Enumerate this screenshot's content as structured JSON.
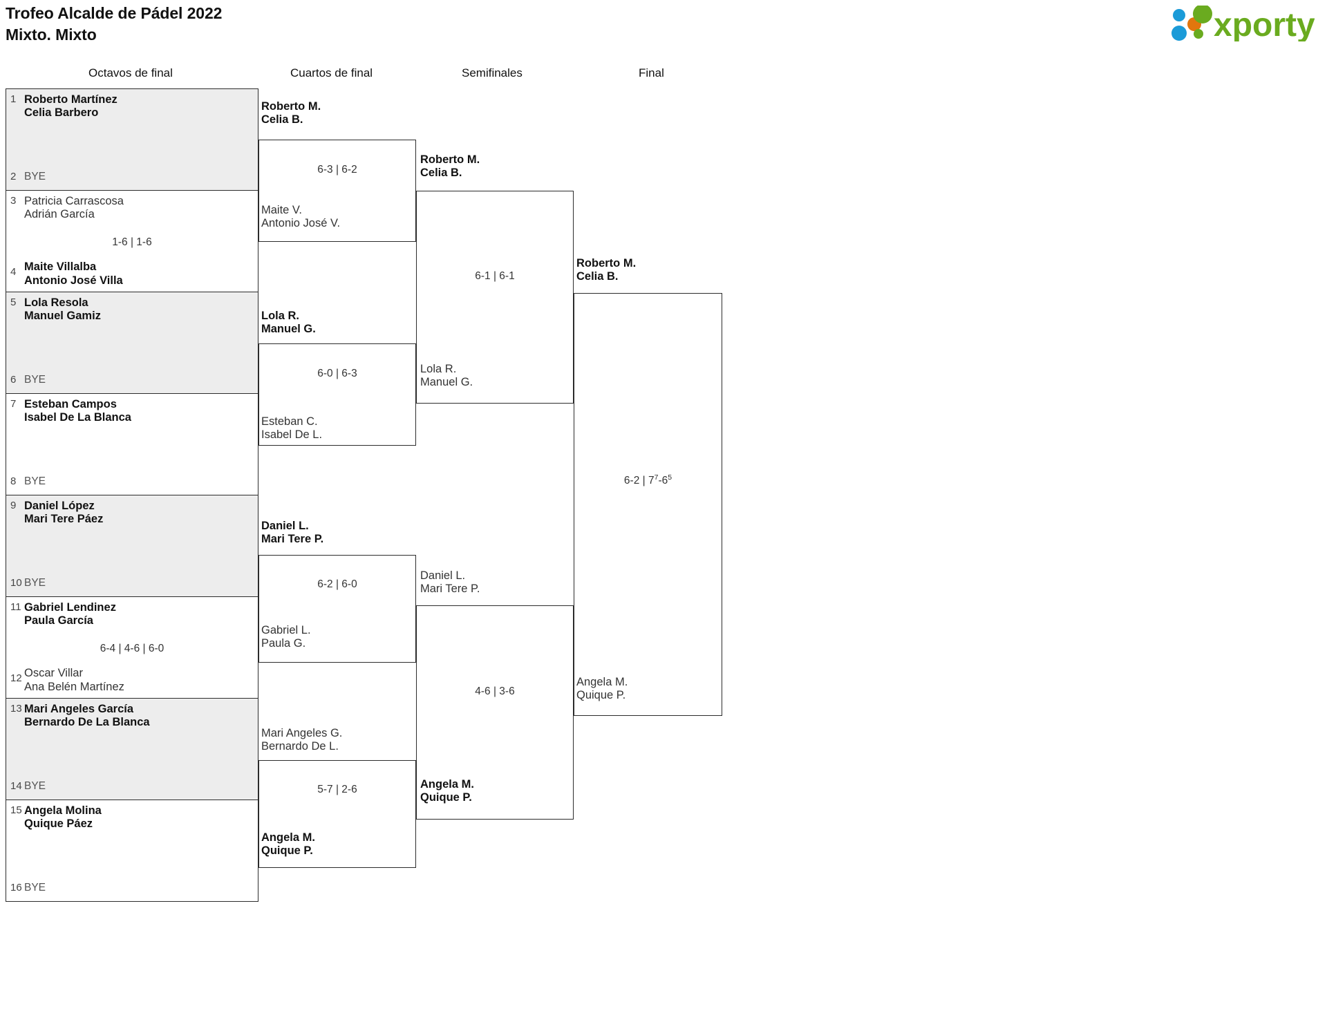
{
  "header": {
    "title_line1": "Trofeo Alcalde de Pádel 2022",
    "title_line2": "Mixto. Mixto",
    "logo_text": "xporty",
    "logo_colors": {
      "text": "#6aab1f",
      "dot_blue": "#1b9bd8",
      "dot_orange": "#e2760d",
      "dot_green": "#6aab1f"
    }
  },
  "rounds": [
    {
      "label": "Octavos de final"
    },
    {
      "label": "Cuartos de final"
    },
    {
      "label": "Semifinales"
    },
    {
      "label": "Final"
    }
  ],
  "bye_label": "BYE",
  "round1": [
    {
      "seed_top": "1",
      "top_names": [
        "Roberto Martínez",
        "Celia Barbero"
      ],
      "top_winner": true,
      "seed_bottom": "2",
      "bottom_names": [
        "BYE"
      ],
      "bottom_is_bye": true,
      "score": ""
    },
    {
      "seed_top": "3",
      "top_names": [
        "Patricia Carrascosa",
        "Adrián García"
      ],
      "top_winner": false,
      "seed_bottom": "4",
      "bottom_names": [
        "Maite Villalba",
        "Antonio José Villa"
      ],
      "bottom_is_bye": false,
      "score": "1-6 | 1-6"
    },
    {
      "seed_top": "5",
      "top_names": [
        "Lola Resola",
        "Manuel Gamiz"
      ],
      "top_winner": true,
      "seed_bottom": "6",
      "bottom_names": [
        "BYE"
      ],
      "bottom_is_bye": true,
      "score": ""
    },
    {
      "seed_top": "7",
      "top_names": [
        "Esteban Campos",
        "Isabel De La Blanca"
      ],
      "top_winner": true,
      "seed_bottom": "8",
      "bottom_names": [
        "BYE"
      ],
      "bottom_is_bye": true,
      "score": ""
    },
    {
      "seed_top": "9",
      "top_names": [
        "Daniel López",
        "Mari Tere Páez"
      ],
      "top_winner": true,
      "seed_bottom": "10",
      "bottom_names": [
        "BYE"
      ],
      "bottom_is_bye": true,
      "score": ""
    },
    {
      "seed_top": "11",
      "top_names": [
        "Gabriel Lendinez",
        "Paula García"
      ],
      "top_winner": true,
      "seed_bottom": "12",
      "bottom_names": [
        "Oscar Villar",
        "Ana Belén Martínez"
      ],
      "bottom_is_bye": false,
      "score": "6-4 | 4-6 | 6-0"
    },
    {
      "seed_top": "13",
      "top_names": [
        "Mari Angeles García",
        "Bernardo De La Blanca"
      ],
      "top_winner": true,
      "seed_bottom": "14",
      "bottom_names": [
        "BYE"
      ],
      "bottom_is_bye": true,
      "score": ""
    },
    {
      "seed_top": "15",
      "top_names": [
        "Angela Molina",
        "Quique Páez"
      ],
      "top_winner": true,
      "seed_bottom": "16",
      "bottom_names": [
        "BYE"
      ],
      "bottom_is_bye": true,
      "score": ""
    }
  ],
  "quarterfinals": [
    {
      "top_names": [
        "Roberto M.",
        "Celia B."
      ],
      "top_winner": true,
      "bottom_names": [
        "Maite V.",
        "Antonio José V."
      ],
      "bottom_winner": false,
      "score": "6-3 | 6-2"
    },
    {
      "top_names": [
        "Lola R.",
        "Manuel G."
      ],
      "top_winner": true,
      "bottom_names": [
        "Esteban C.",
        "Isabel De L."
      ],
      "bottom_winner": false,
      "score": "6-0 | 6-3"
    },
    {
      "top_names": [
        "Daniel L.",
        "Mari Tere P."
      ],
      "top_winner": true,
      "bottom_names": [
        "Gabriel L.",
        "Paula G."
      ],
      "bottom_winner": false,
      "score": "6-2 | 6-0"
    },
    {
      "top_names": [
        "Mari Angeles G.",
        "Bernardo De L."
      ],
      "top_winner": false,
      "bottom_names": [
        "Angela M.",
        "Quique P."
      ],
      "bottom_winner": true,
      "score": "5-7 | 2-6"
    }
  ],
  "semifinals": [
    {
      "top_names": [
        "Roberto M.",
        "Celia B."
      ],
      "top_winner": true,
      "bottom_names": [
        "Lola R.",
        "Manuel G."
      ],
      "bottom_winner": false,
      "score": "6-1 | 6-1"
    },
    {
      "top_names": [
        "Daniel L.",
        "Mari Tere P."
      ],
      "top_winner": false,
      "bottom_names": [
        "Angela M.",
        "Quique P."
      ],
      "bottom_winner": true,
      "score": "4-6 | 3-6"
    }
  ],
  "final": {
    "top_names": [
      "Roberto M.",
      "Celia B."
    ],
    "top_winner": true,
    "bottom_names": [
      "Angela M.",
      "Quique P."
    ],
    "bottom_winner": false,
    "score_plain": "6-2 | 7-6",
    "score_parts": {
      "set1": "6-2",
      "sep": " | ",
      "set2_a": "7",
      "set2_a_sup": "7",
      "set2_dash": "-",
      "set2_b": "6",
      "set2_b_sup": "5"
    }
  },
  "chart_data": {
    "type": "table",
    "title": "Trofeo Alcalde de Pádel 2022 — Mixto",
    "bracket_size": 16,
    "rounds": [
      "Octavos de final",
      "Cuartos de final",
      "Semifinales",
      "Final"
    ],
    "champion": "Roberto M. / Celia B."
  }
}
